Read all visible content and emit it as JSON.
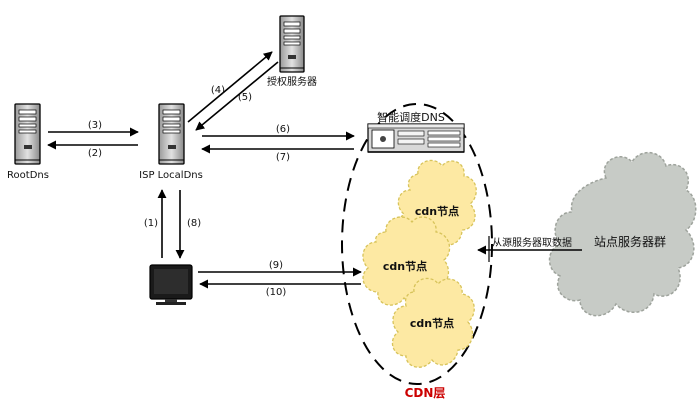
{
  "nodes": {
    "root_dns": {
      "label": "RootDns",
      "icon": "server-tower-icon"
    },
    "isp_local_dns": {
      "label": "ISP LocalDns",
      "icon": "server-tower-icon"
    },
    "auth_server": {
      "label": "授权服务器",
      "icon": "server-tower-icon"
    },
    "smart_dns": {
      "label": "智能调度DNS",
      "icon": "server-rack-icon"
    },
    "client": {
      "icon": "monitor-icon"
    },
    "cdn_node_1": {
      "label": "cdn节点",
      "icon": "cloud-icon"
    },
    "cdn_node_2": {
      "label": "cdn节点",
      "icon": "cloud-icon"
    },
    "cdn_node_3": {
      "label": "cdn节点",
      "icon": "cloud-icon"
    },
    "origin": {
      "label": "站点服务器群",
      "icon": "cloud-icon"
    }
  },
  "cdn_layer": {
    "label": "CDN层",
    "label_color": "#cc0000"
  },
  "edges": [
    {
      "id": "e1",
      "label": "(1)"
    },
    {
      "id": "e2",
      "label": "(2)"
    },
    {
      "id": "e3",
      "label": "(3)"
    },
    {
      "id": "e4",
      "label": "(4)"
    },
    {
      "id": "e5",
      "label": "(5)"
    },
    {
      "id": "e6",
      "label": "(6)"
    },
    {
      "id": "e7",
      "label": "(7)"
    },
    {
      "id": "e8",
      "label": "(8)"
    },
    {
      "id": "e9",
      "label": "(9)"
    },
    {
      "id": "e10",
      "label": "(10)"
    },
    {
      "id": "origin_fetch",
      "label": "从源服务器取数据"
    }
  ],
  "colors": {
    "cdn_cloud": "#fde9a3",
    "cdn_cloud_stroke": "#d7c35a",
    "origin_cloud": "#c7cbc6",
    "origin_cloud_stroke": "#9ea39c",
    "line": "#000000"
  }
}
